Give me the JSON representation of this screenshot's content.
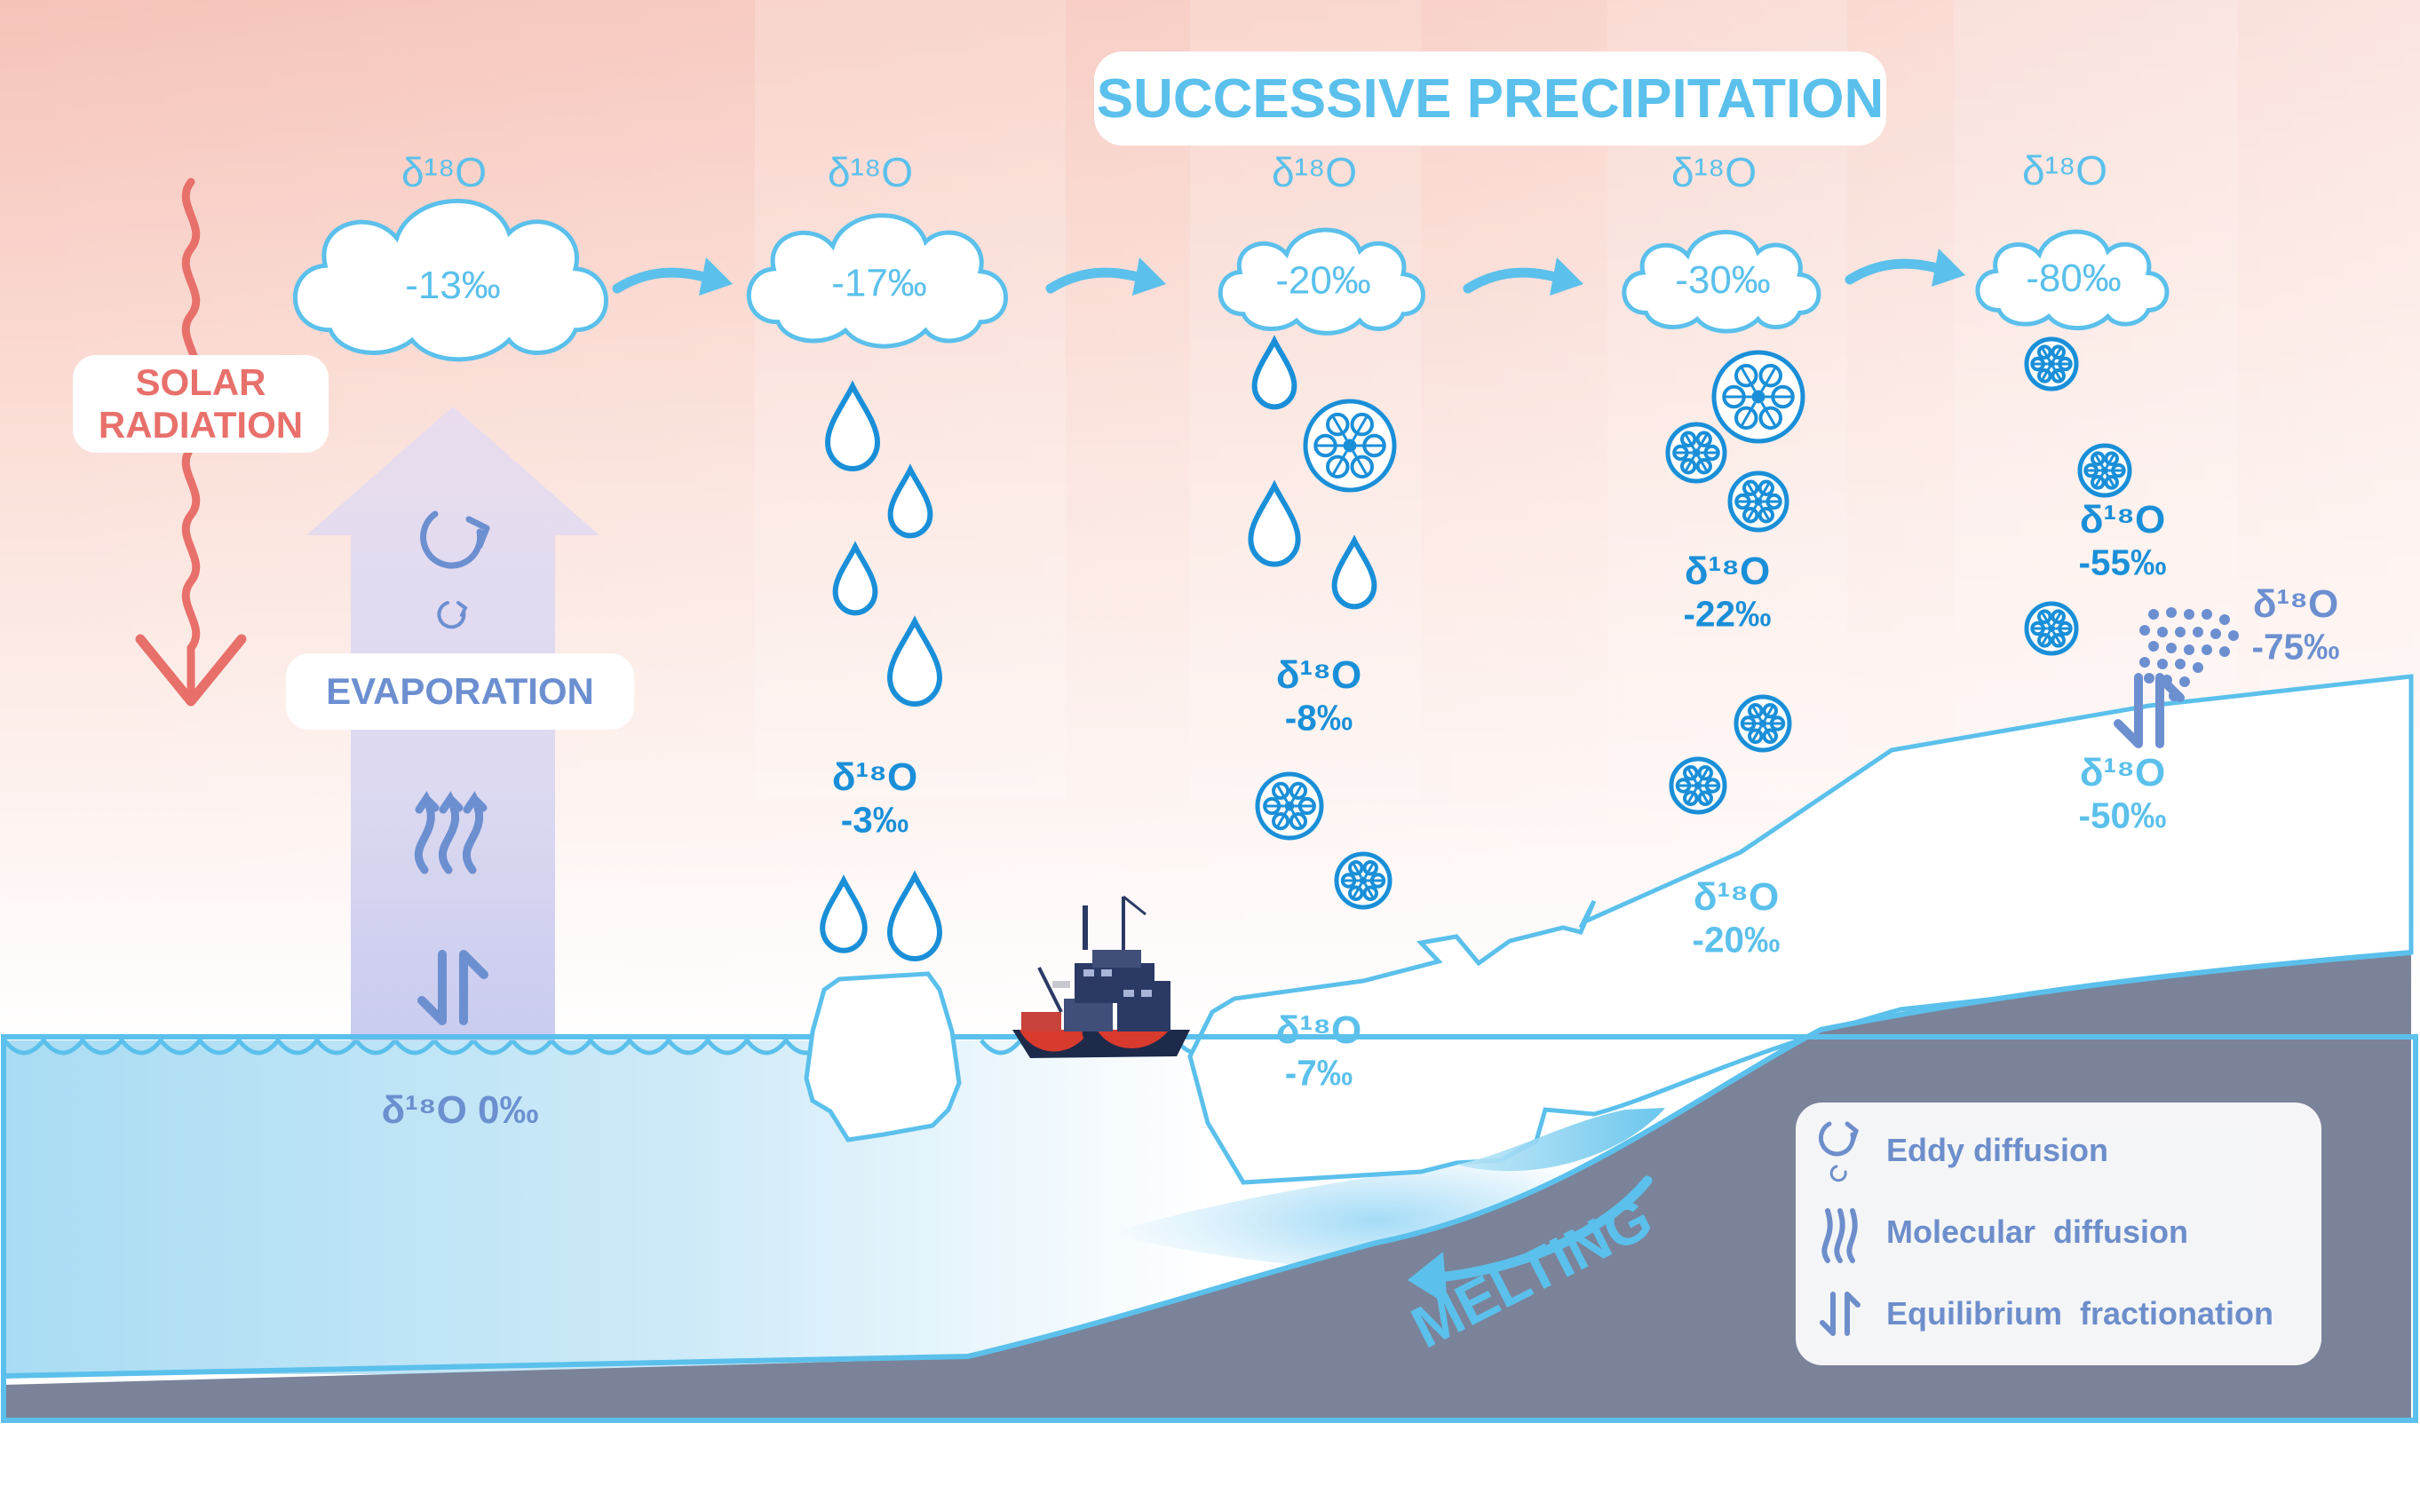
{
  "title": "SUCCESSIVE PRECIPITATION",
  "solar_radiation": [
    "SOLAR",
    "RADIATION"
  ],
  "evaporation": "EVAPORATION",
  "melting": "MELTING",
  "isotope_symbol": "δ¹⁸O",
  "ocean": {
    "label": "δ¹⁸O 0‰"
  },
  "clouds": [
    {
      "symbol": "δ¹⁸O",
      "value": "-13‰"
    },
    {
      "symbol": "δ¹⁸O",
      "value": "-17‰"
    },
    {
      "symbol": "δ¹⁸O",
      "value": "-20‰"
    },
    {
      "symbol": "δ¹⁸O",
      "value": "-30‰"
    },
    {
      "symbol": "δ¹⁸O",
      "value": "-80‰"
    }
  ],
  "precipitation": [
    {
      "symbol": "δ¹⁸O",
      "value": "-3‰"
    },
    {
      "symbol": "δ¹⁸O",
      "value": "-8‰"
    },
    {
      "symbol": "δ¹⁸O",
      "value": "-22‰"
    },
    {
      "symbol": "δ¹⁸O",
      "value": "-55‰"
    },
    {
      "symbol": "δ¹⁸O",
      "value": "-75‰"
    }
  ],
  "ice": [
    {
      "symbol": "δ¹⁸O",
      "value": "-7‰"
    },
    {
      "symbol": "δ¹⁸O",
      "value": "-20‰"
    },
    {
      "symbol": "δ¹⁸O",
      "value": "-50‰"
    }
  ],
  "legend": {
    "items": [
      {
        "label": "Eddy diffusion",
        "icon": "eddy-diffusion-icon"
      },
      {
        "label": "Molecular  diffusion",
        "icon": "molecular-diffusion-icon"
      },
      {
        "label": "Equilibrium  fractionation",
        "icon": "equilibrium-fractionation-icon"
      }
    ]
  },
  "colors": {
    "accent": "#5bc0eb",
    "drop": "#1a8fd8",
    "solar": "#e8706b",
    "process": "#6c8fd0",
    "ground": "#7a8399"
  }
}
